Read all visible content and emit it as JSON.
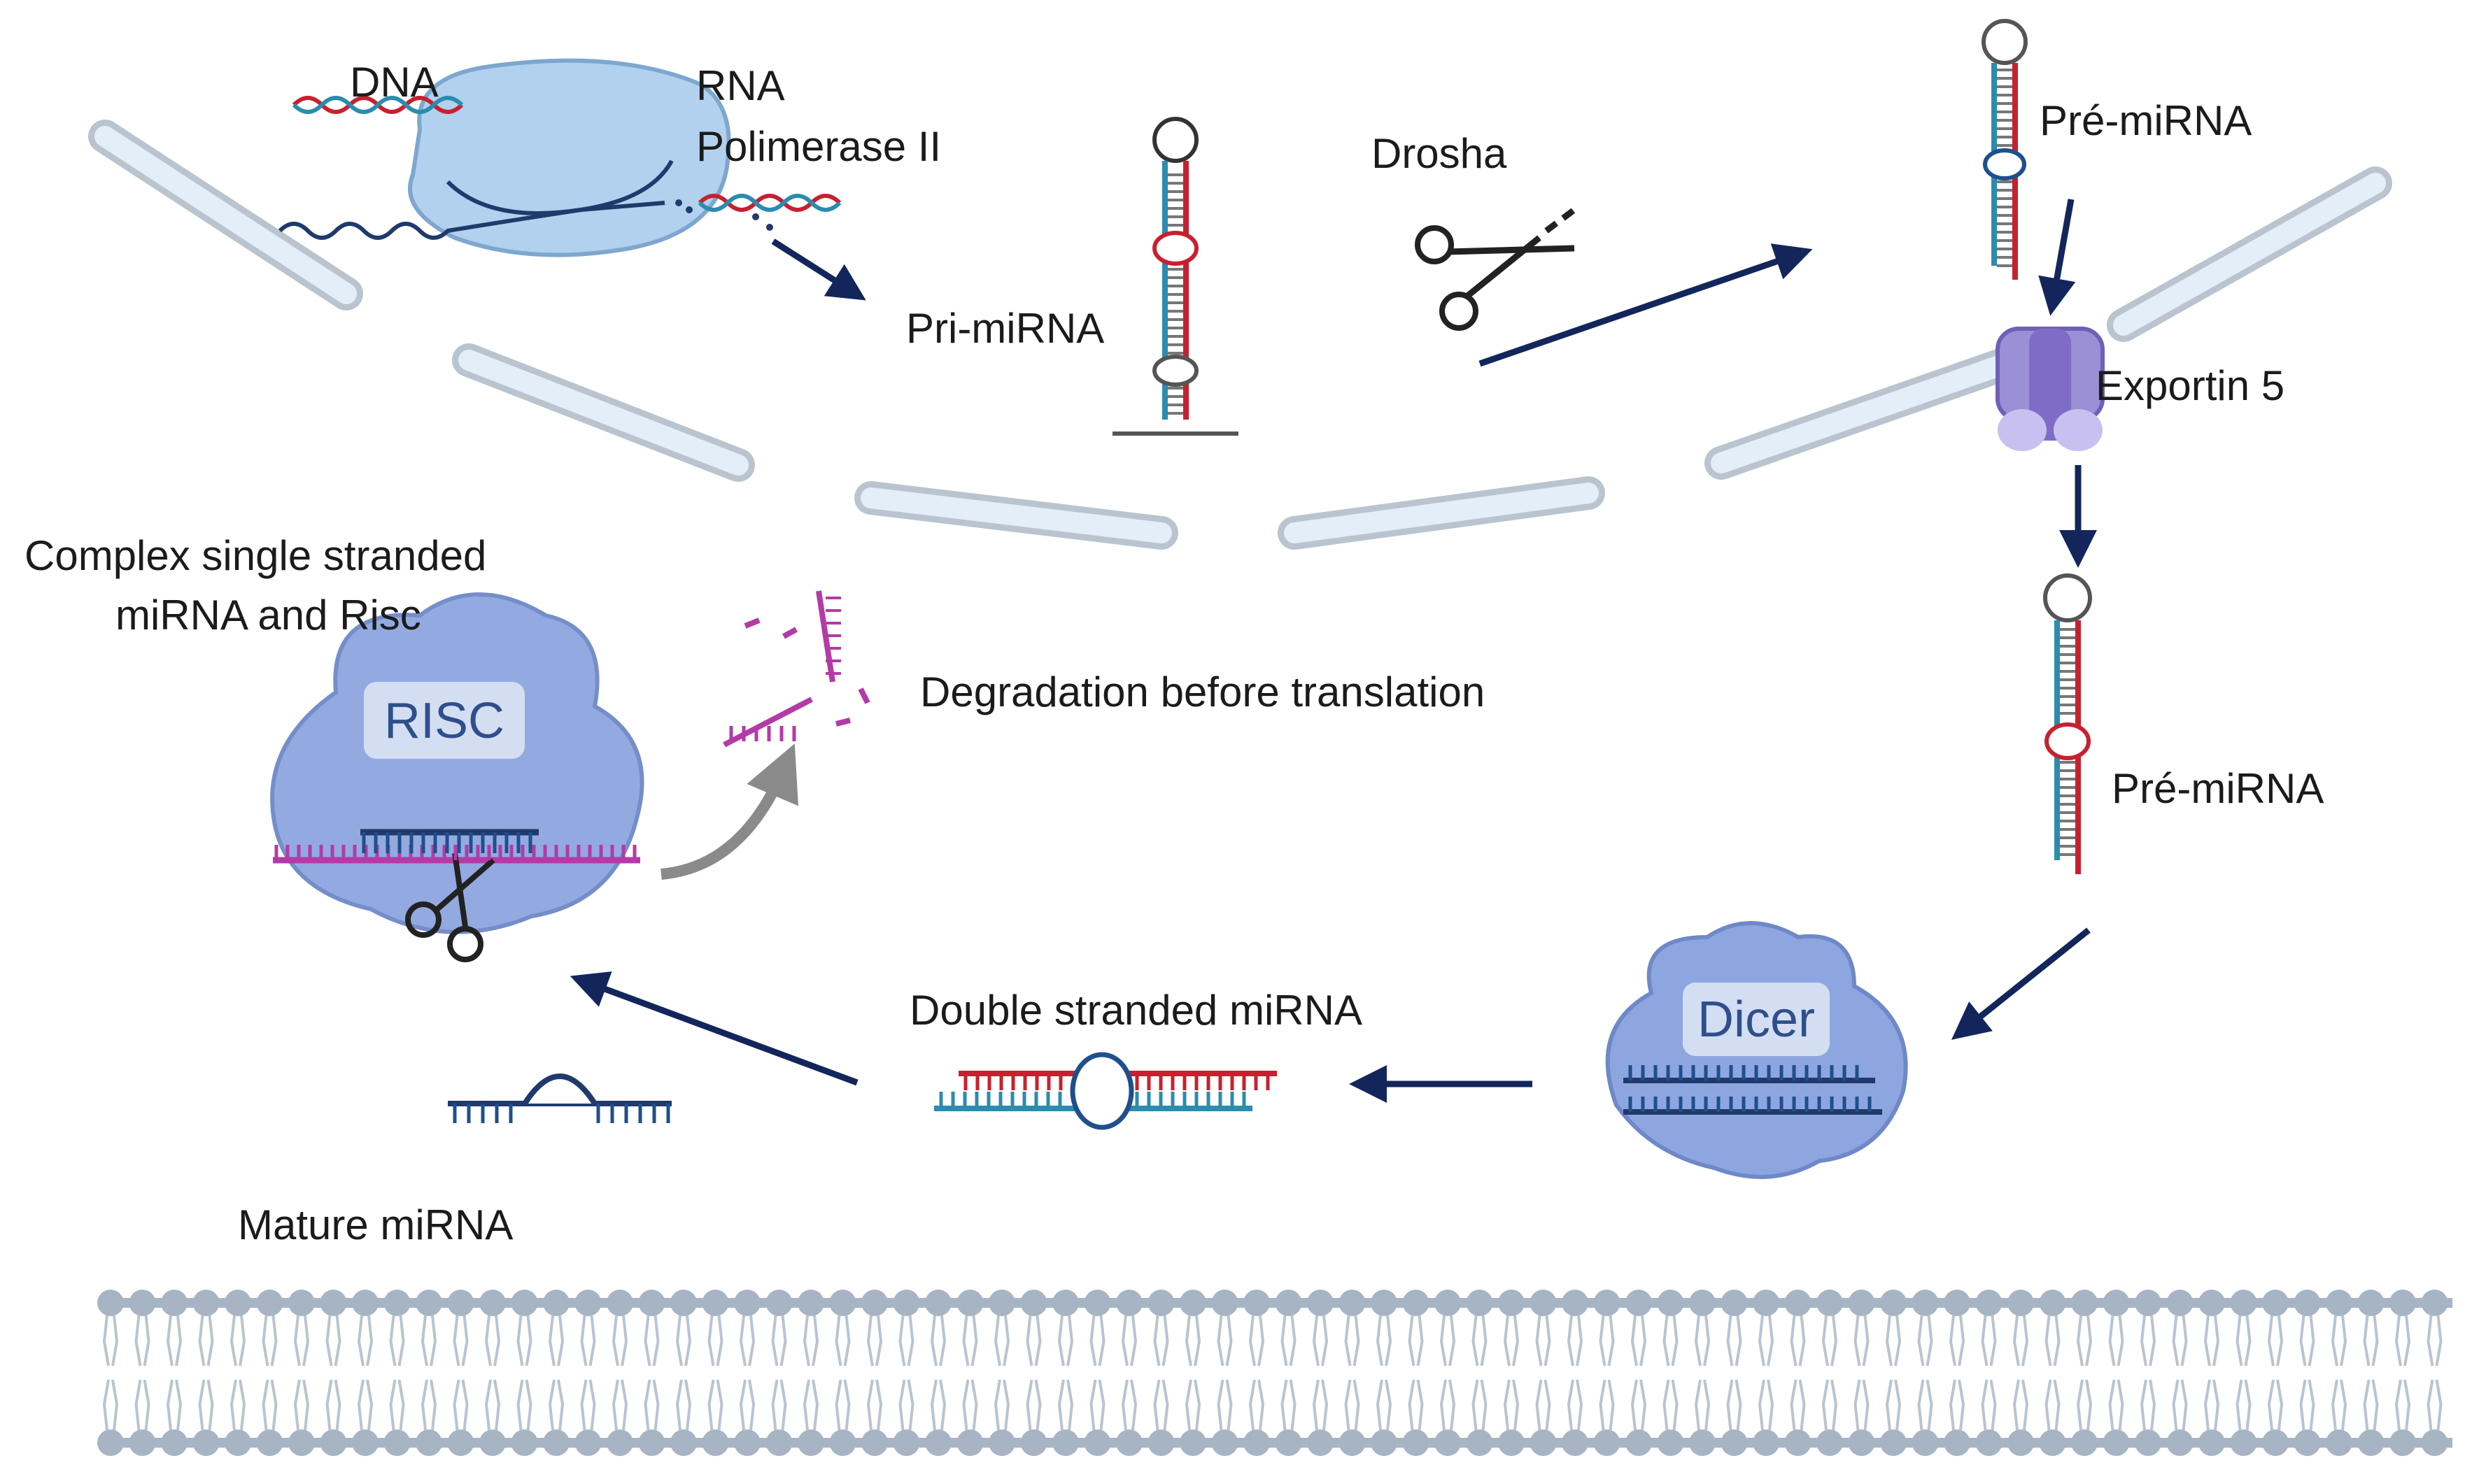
{
  "labels": {
    "dna": "DNA",
    "rna": "RNA",
    "polimerase": "Polimerase II",
    "pri_mirna": "Pri-miRNA",
    "drosha": "Drosha",
    "pre_mirna_top": "Pré-miRNA",
    "exportin": "Exportin 5",
    "pre_mirna_mid": "Pré-miRNA",
    "dicer": "Dicer",
    "double_stranded": "Double stranded miRNA",
    "mature": "Mature miRNA",
    "complex_line1": "Complex single stranded",
    "complex_line2": "miRNA and Risc",
    "risc": "RISC",
    "degradation": "Degradation before translation"
  },
  "colors": {
    "arrow": "#13265c",
    "red_strand": "#c8202f",
    "blue_strand": "#1f4f8c",
    "teal_strand": "#2a8cae",
    "magenta": "#b43aa8",
    "membrane_fill": "#e3eef8",
    "membrane_stroke": "#b9c4cf",
    "protein": "#8ea6e0",
    "exportin": "#9b8fd6",
    "lipid_head": "#a7b4c3"
  }
}
